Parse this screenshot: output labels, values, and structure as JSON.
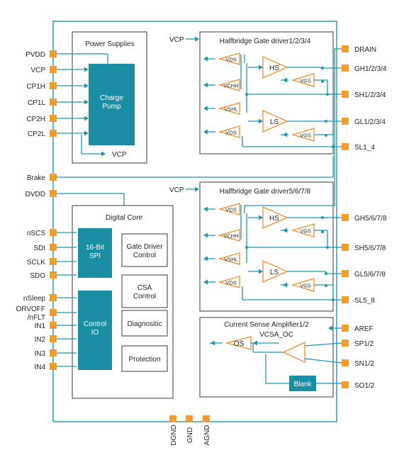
{
  "colors": {
    "line": "#1e97ae",
    "pin": "#f39c2b",
    "block_fill": "#1a8ea3",
    "block_text": "#ffffff",
    "amp": "#f08c2a",
    "text": "#222222",
    "box": "#3a3a3a"
  },
  "left_pins": [
    "PVDD",
    "VCP",
    "CP1H",
    "CP1L",
    "CP2H",
    "CP2L",
    "Brake",
    "DVDD",
    "nSCS",
    "SDI",
    "SCLK",
    "SDO",
    "nSleep",
    "ORVOFF\n/nFLT",
    "IN1",
    "IN2",
    "IN3",
    "IN4"
  ],
  "right_pins": [
    "DRAIN",
    "GH1/2/3/4",
    "SH1/2/3/4",
    "GL1/2/3/4",
    "SL1_4",
    "GH5/6/7/8",
    "SH5/6/7/8",
    "GL5/6/7/8",
    "SL5_8",
    "AREF",
    "SP1/2",
    "SN1/2",
    "SO1/2"
  ],
  "bottom_pins": [
    "DGND",
    "GND",
    "AGND"
  ],
  "power": {
    "title": "Power Supplies",
    "pump_label": "Charge\nPump",
    "out_label": "VCP"
  },
  "hb1": {
    "title": "Halfbridge Gate driver1/2/3/4",
    "in_label": "VCP"
  },
  "hb2": {
    "title": "Halfbridge Gate driver5/6/7/8",
    "in_label": "VCP"
  },
  "hb_labels": {
    "hs": "HS",
    "ls": "LS",
    "vgs": "VGS",
    "vds": "VDS",
    "vchh": "VCHH",
    "vshl": "VSHL"
  },
  "digital": {
    "title": "Digital Core",
    "spi": "16-Bit\nSPI",
    "io": "Control\nIO",
    "blocks": [
      "Gate Driver\nControl",
      "CSA\nControl",
      "Diagnositic",
      "Protection"
    ]
  },
  "csa": {
    "title": "Current Sense Amplifier1/2",
    "vcsa": "VCSA_OC",
    "os": "OS",
    "blank": "Blank"
  }
}
